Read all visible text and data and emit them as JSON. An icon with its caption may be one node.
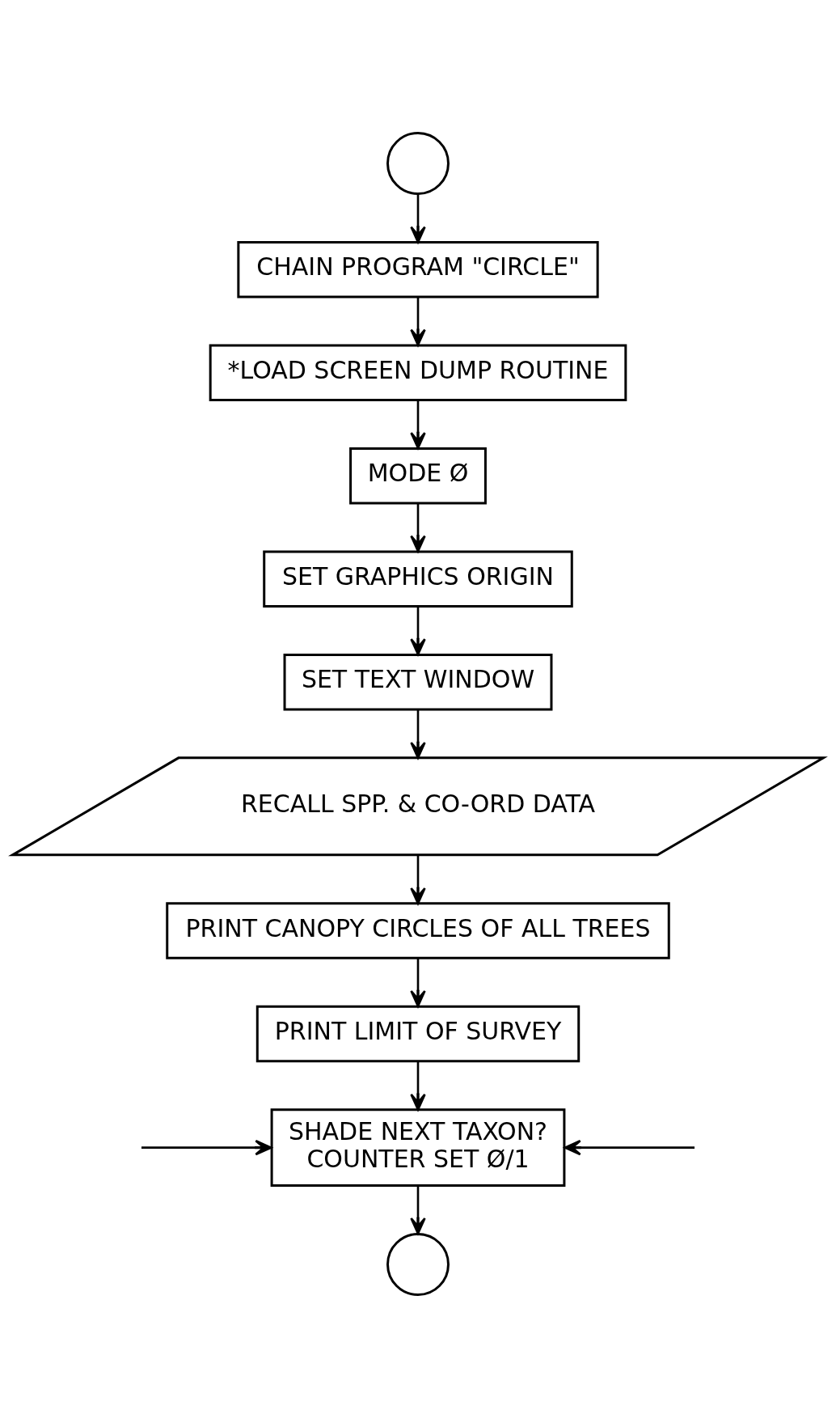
{
  "diagram": {
    "nodes": [
      {
        "text": [],
        "shape": "circle"
      },
      {
        "text": [
          "CHAIN PROGRAM \"CIRCLE\""
        ]
      },
      {
        "text": [
          "*LOAD SCREEN DUMP ROUTINE"
        ]
      },
      {
        "text": [
          "MODE Ø"
        ]
      },
      {
        "text": [
          "SET GRAPHICS ORIGIN"
        ]
      },
      {
        "text": [
          "SET TEXT WINDOW"
        ]
      },
      {
        "text": [
          "RECALL SPP. & CO-ORD DATA"
        ]
      },
      {
        "text": [
          "PRINT CANOPY CIRCLES OF ALL TREES"
        ]
      },
      {
        "text": [
          "PRINT LIMIT OF SURVEY"
        ]
      },
      {
        "text": [
          "SHADE NEXT TAXON?",
          "COUNTER SET Ø/1"
        ]
      },
      {
        "text": [],
        "shape": "circle"
      }
    ],
    "edges": [
      {
        "from": 0,
        "to": 1,
        "arrow": "to"
      },
      {
        "from": 1,
        "to": 2,
        "arrow": "to"
      },
      {
        "from": 2,
        "to": 3,
        "arrow": "to"
      },
      {
        "from": 3,
        "to": 4,
        "arrow": "to"
      },
      {
        "from": 4,
        "to": 5,
        "arrow": "to"
      },
      {
        "from": 5,
        "to": 6,
        "arrow": "to"
      },
      {
        "from": 6,
        "to": 7,
        "arrow": "to"
      },
      {
        "from": 7,
        "to": 8,
        "arrow": "to"
      },
      {
        "from": 8,
        "to": 9,
        "arrow": "to"
      },
      {
        "from": 9,
        "to": 10,
        "arrow": "to"
      },
      {
        "from": null,
        "to": 9,
        "arrow": "to"
      },
      {
        "from": null,
        "to": 9,
        "arrow": "to"
      }
    ]
  }
}
